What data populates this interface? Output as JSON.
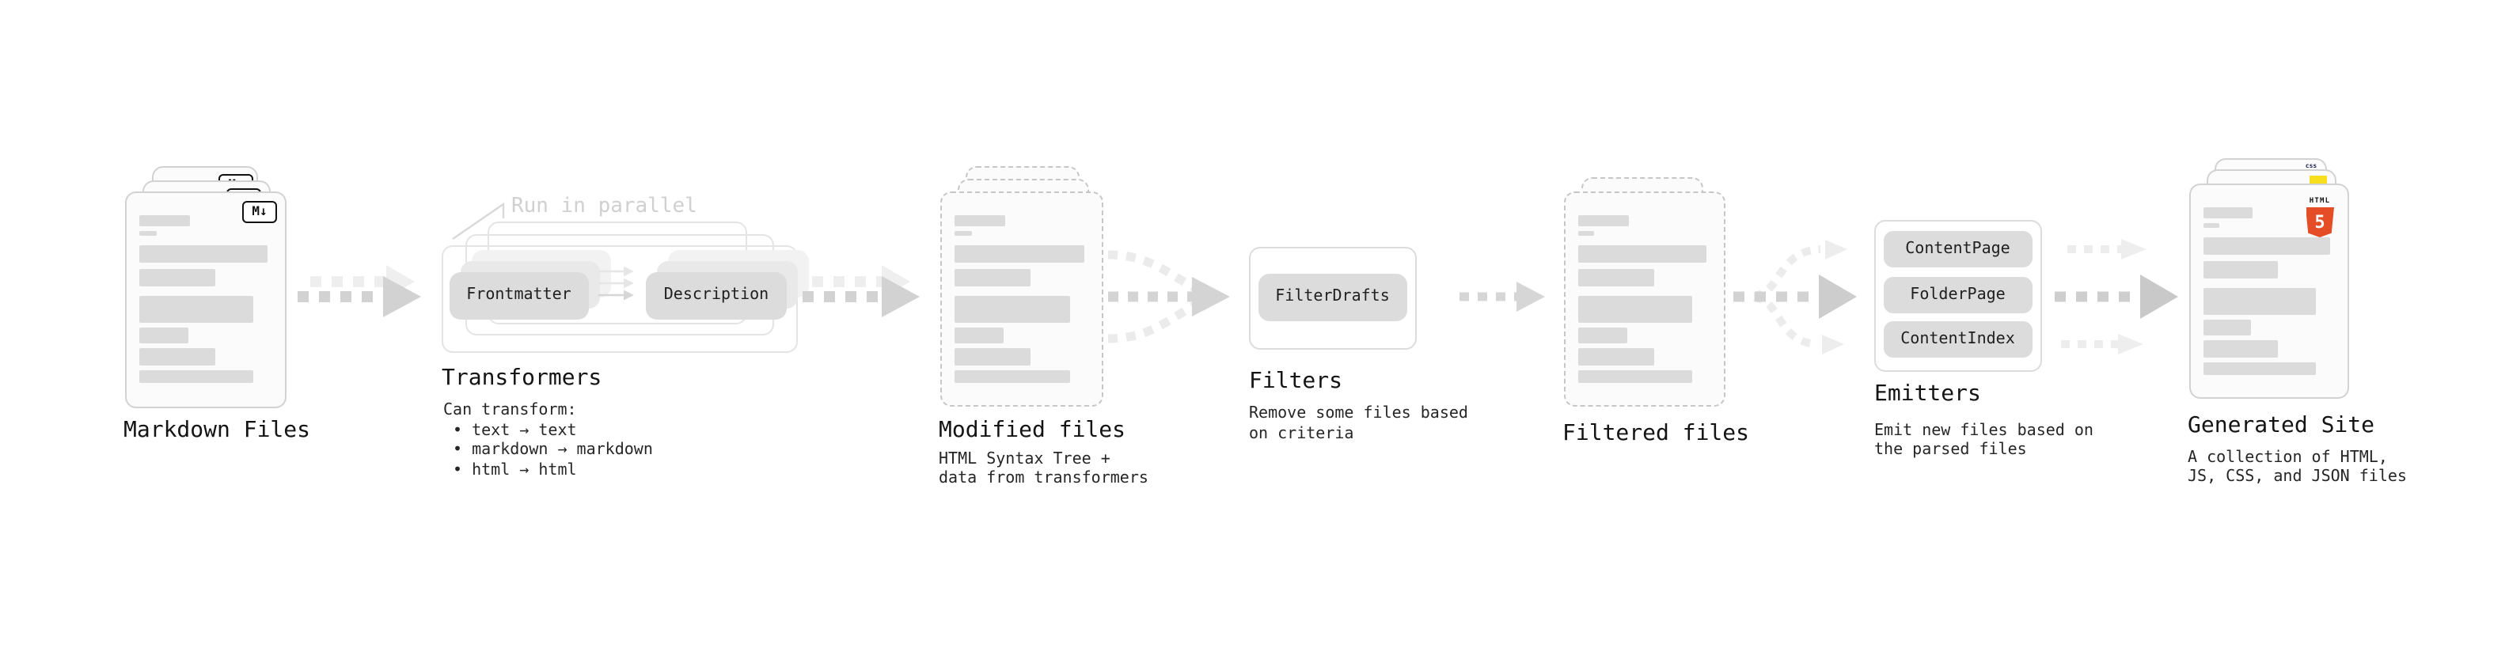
{
  "stages": {
    "markdown": {
      "title": "Markdown Files",
      "badge": "M↓"
    },
    "transformers": {
      "title": "Transformers",
      "note": "Run in parallel",
      "pill_left": "Frontmatter",
      "pill_right": "Description",
      "heading": "Can transform:",
      "bullets": [
        "• text → text",
        "• markdown → markdown",
        "• html → html"
      ]
    },
    "modified": {
      "title": "Modified files",
      "subtitle_line1": "HTML Syntax Tree +",
      "subtitle_line2": "data from transformers"
    },
    "filters": {
      "title": "Filters",
      "pill": "FilterDrafts",
      "subtitle_line1": "Remove some files based",
      "subtitle_line2": "on criteria"
    },
    "filtered": {
      "title": "Filtered files"
    },
    "emitters": {
      "title": "Emitters",
      "pills": [
        "ContentPage",
        "FolderPage",
        "ContentIndex"
      ],
      "subtitle_line1": "Emit new files based on",
      "subtitle_line2": "the parsed files"
    },
    "generated": {
      "title": "Generated Site",
      "subtitle_line1": "A collection of HTML,",
      "subtitle_line2": "JS, CSS, and JSON files",
      "html_badge_text": "HTML",
      "html_badge_number": "5",
      "css_badge_text": "css"
    }
  },
  "colors": {
    "html5_orange": "#e44d26",
    "js_yellow": "#f7df1e",
    "css_blue": "#2965f1",
    "card_border": "#d2d2d2",
    "bar_gray": "#dbdbdb",
    "pill_gray": "#dcdcdc",
    "arrow_gray": "#d2d2d2",
    "arrow_light": "#ededed"
  }
}
